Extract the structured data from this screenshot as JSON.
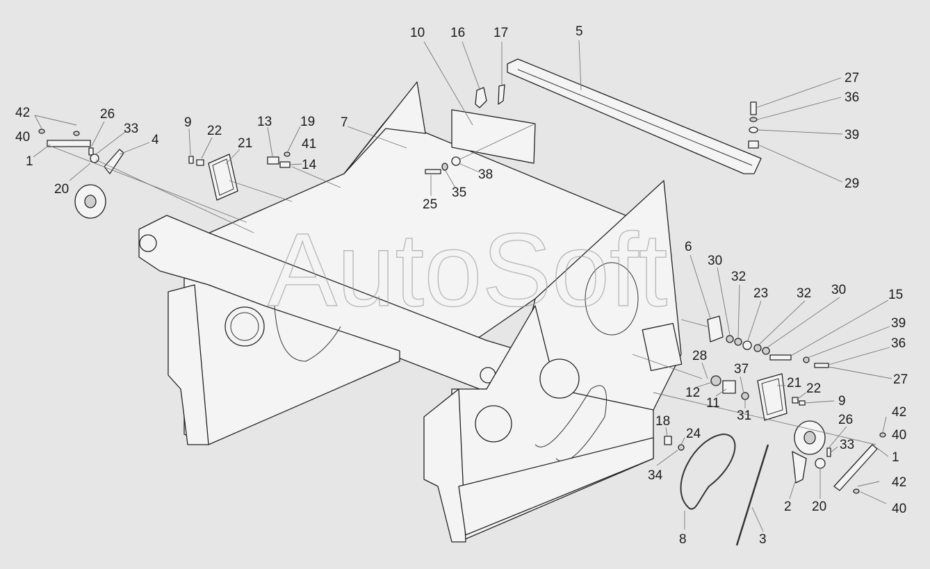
{
  "watermark": "AutoSoft",
  "callouts": [
    {
      "id": "c10",
      "text": "10"
    },
    {
      "id": "c16",
      "text": "16"
    },
    {
      "id": "c17",
      "text": "17"
    },
    {
      "id": "c5",
      "text": "5"
    },
    {
      "id": "c27a",
      "text": "27"
    },
    {
      "id": "c36a",
      "text": "36"
    },
    {
      "id": "c39a",
      "text": "39"
    },
    {
      "id": "c29",
      "text": "29"
    },
    {
      "id": "c42a",
      "text": "42"
    },
    {
      "id": "c26a",
      "text": "26"
    },
    {
      "id": "c33a",
      "text": "33"
    },
    {
      "id": "c40a",
      "text": "40"
    },
    {
      "id": "c4",
      "text": "4"
    },
    {
      "id": "c1a",
      "text": "1"
    },
    {
      "id": "c20a",
      "text": "20"
    },
    {
      "id": "c9a",
      "text": "9"
    },
    {
      "id": "c22a",
      "text": "22"
    },
    {
      "id": "c21a",
      "text": "21"
    },
    {
      "id": "c13",
      "text": "13"
    },
    {
      "id": "c19",
      "text": "19"
    },
    {
      "id": "c41",
      "text": "41"
    },
    {
      "id": "c14",
      "text": "14"
    },
    {
      "id": "c7",
      "text": "7"
    },
    {
      "id": "c38",
      "text": "38"
    },
    {
      "id": "c25",
      "text": "25"
    },
    {
      "id": "c35",
      "text": "35"
    },
    {
      "id": "c6",
      "text": "6"
    },
    {
      "id": "c30a",
      "text": "30"
    },
    {
      "id": "c32a",
      "text": "32"
    },
    {
      "id": "c23",
      "text": "23"
    },
    {
      "id": "c32b",
      "text": "32"
    },
    {
      "id": "c30b",
      "text": "30"
    },
    {
      "id": "c15",
      "text": "15"
    },
    {
      "id": "c39b",
      "text": "39"
    },
    {
      "id": "c36b",
      "text": "36"
    },
    {
      "id": "c27b",
      "text": "27"
    },
    {
      "id": "c28",
      "text": "28"
    },
    {
      "id": "c12",
      "text": "12"
    },
    {
      "id": "c11",
      "text": "11"
    },
    {
      "id": "c37",
      "text": "37"
    },
    {
      "id": "c31",
      "text": "31"
    },
    {
      "id": "c21b",
      "text": "21"
    },
    {
      "id": "c22b",
      "text": "22"
    },
    {
      "id": "c9b",
      "text": "9"
    },
    {
      "id": "c26b",
      "text": "26"
    },
    {
      "id": "c42b",
      "text": "42"
    },
    {
      "id": "c40b",
      "text": "40"
    },
    {
      "id": "c33b",
      "text": "33"
    },
    {
      "id": "c1b",
      "text": "1"
    },
    {
      "id": "c18",
      "text": "18"
    },
    {
      "id": "c24",
      "text": "24"
    },
    {
      "id": "c34",
      "text": "34"
    },
    {
      "id": "c2",
      "text": "2"
    },
    {
      "id": "c20b",
      "text": "20"
    },
    {
      "id": "c42c",
      "text": "42"
    },
    {
      "id": "c40c",
      "text": "40"
    },
    {
      "id": "c8",
      "text": "8"
    },
    {
      "id": "c3",
      "text": "3"
    }
  ]
}
